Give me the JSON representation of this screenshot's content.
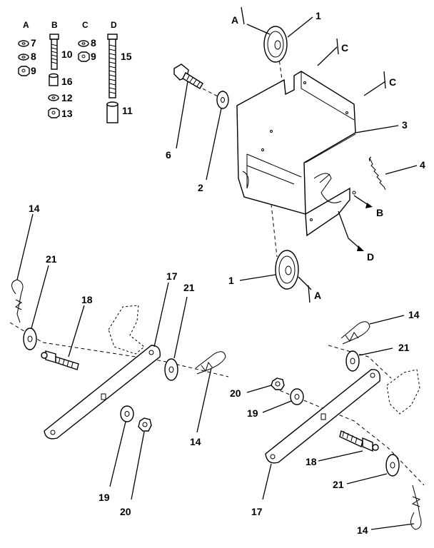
{
  "legend": {
    "columns": [
      {
        "header": "A",
        "items": [
          "7",
          "8",
          "9"
        ]
      },
      {
        "header": "B",
        "items": [
          "10",
          "16",
          "12",
          "13"
        ]
      },
      {
        "header": "C",
        "items": [
          "8",
          "9"
        ]
      },
      {
        "header": "D",
        "items": [
          "15",
          "11"
        ]
      }
    ]
  },
  "callouts": {
    "pulley_top": "1",
    "pulley_bottom": "1",
    "washer_2": "2",
    "bracket_3": "3",
    "spring_4": "4",
    "bolt_6": "6",
    "ref_a_top": "A",
    "ref_a_bottom": "A",
    "ref_b": "B",
    "ref_c_upper": "C",
    "ref_c_lower": "C",
    "ref_d": "D",
    "left": {
      "clip_top": "14",
      "washer_top": "21",
      "bolt": "18",
      "arm": "17",
      "washer_right": "21",
      "clip_right": "14",
      "lockwasher": "19",
      "nut": "20"
    },
    "right": {
      "clip_top": "14",
      "washer_top": "21",
      "nut": "20",
      "lockwasher": "19",
      "bolt": "18",
      "washer_bottom": "21",
      "arm": "17",
      "clip_bottom": "14"
    }
  }
}
